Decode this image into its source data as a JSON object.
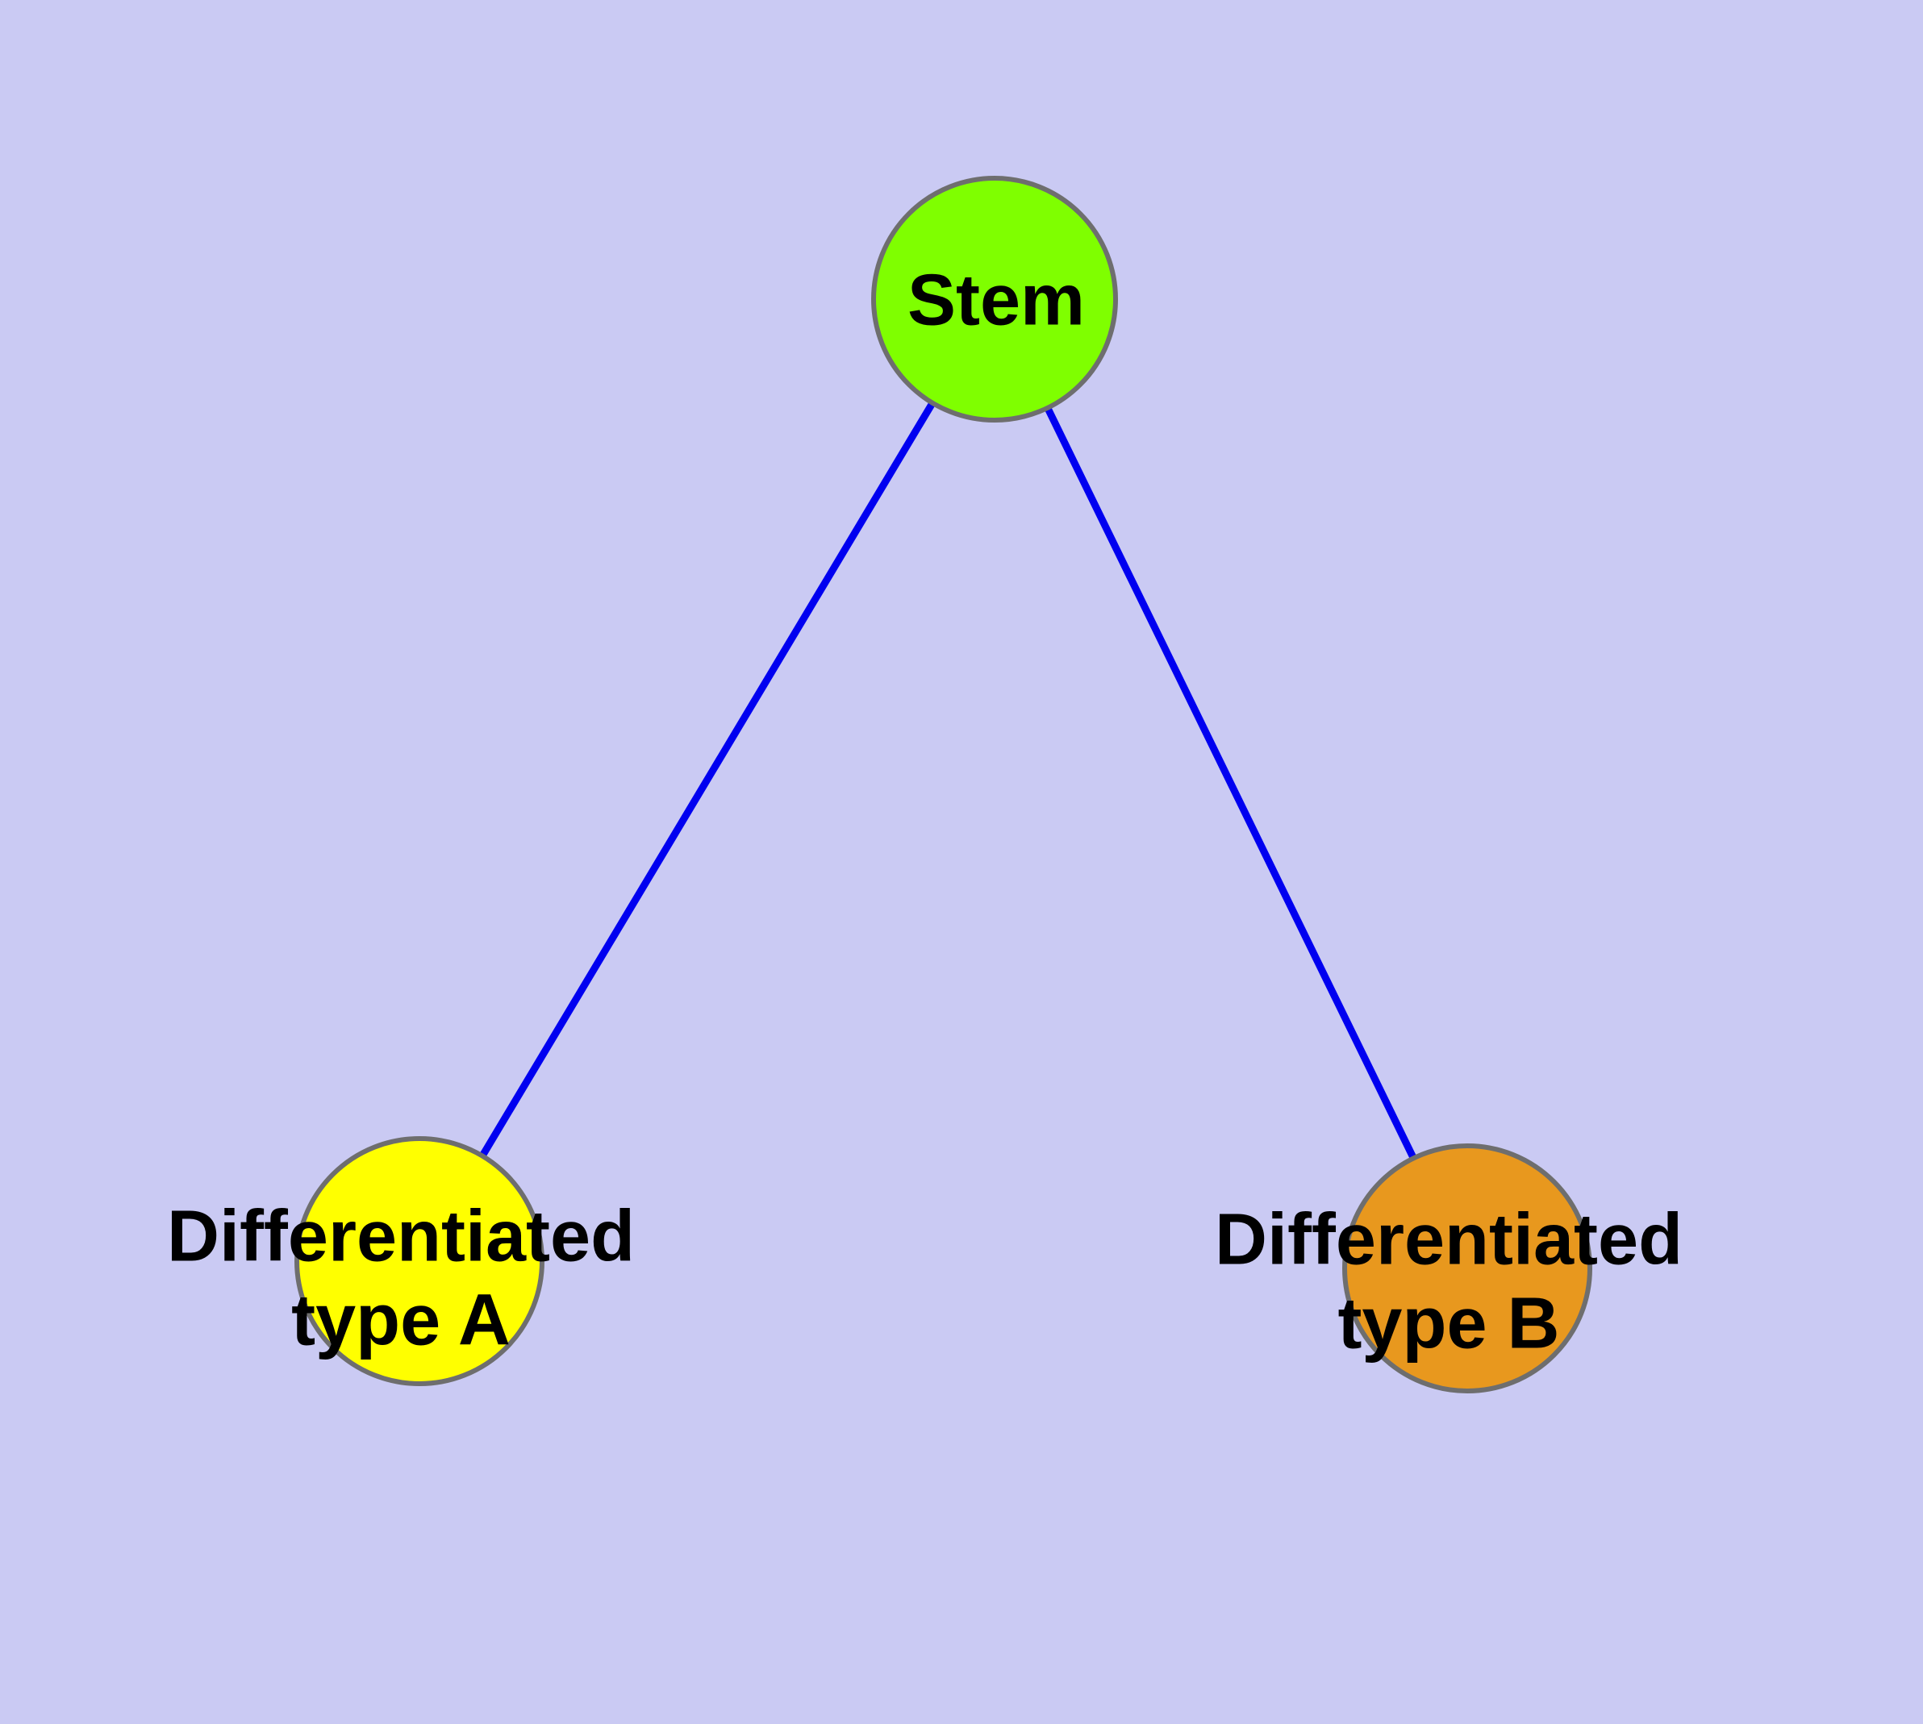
{
  "diagram": {
    "type": "graph",
    "background_color": "#cacaf3",
    "edge_color": "#0000f0",
    "node_border_color": "#6e6e6e",
    "label_color": "#000000",
    "nodes": [
      {
        "id": "stem",
        "label": "Stem",
        "fill": "#7fff00"
      },
      {
        "id": "type-a",
        "label": "Differentiated\ntype A",
        "fill": "#ffff00"
      },
      {
        "id": "type-b",
        "label": "Differentiated\ntype B",
        "fill": "#e8981e"
      }
    ],
    "edges": [
      {
        "from": "stem",
        "to": "type-a"
      },
      {
        "from": "stem",
        "to": "type-b"
      }
    ]
  }
}
